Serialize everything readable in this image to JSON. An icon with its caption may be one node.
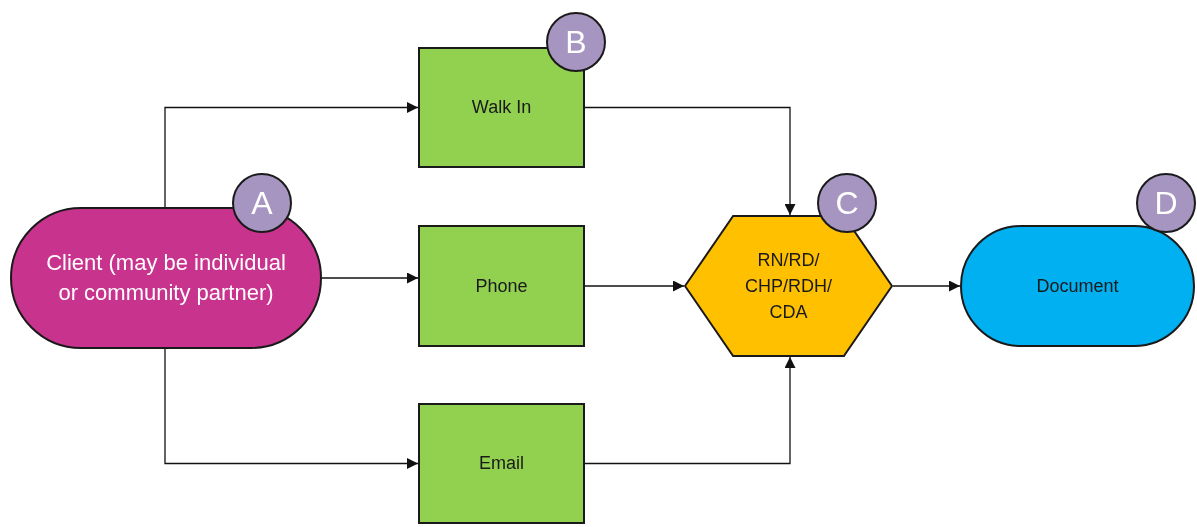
{
  "diagram": {
    "nodes": [
      {
        "text": [
          "Client (may be individual or community partner)"
        ]
      },
      {
        "text": [
          "Walk In"
        ]
      },
      {
        "text": [
          "Phone"
        ]
      },
      {
        "text": [
          "Email"
        ]
      },
      {
        "text": [
          "RN/RD/ CHP/RDH/ CDA"
        ]
      },
      {
        "text": [
          "Document"
        ]
      },
      {
        "text": [
          "A"
        ]
      },
      {
        "text": [
          "B"
        ]
      },
      {
        "text": [
          "C"
        ]
      },
      {
        "text": [
          "D"
        ]
      }
    ],
    "edges": [
      {
        "from": 0,
        "to": 1,
        "arrow": "to"
      },
      {
        "from": 0,
        "to": 2,
        "arrow": "to"
      },
      {
        "from": 0,
        "to": 3,
        "arrow": "to"
      },
      {
        "from": 1,
        "to": 4,
        "arrow": "to"
      },
      {
        "from": 2,
        "to": 4,
        "arrow": "to"
      },
      {
        "from": 3,
        "to": 4,
        "arrow": "to"
      },
      {
        "from": 4,
        "to": 5,
        "arrow": "to"
      }
    ]
  }
}
